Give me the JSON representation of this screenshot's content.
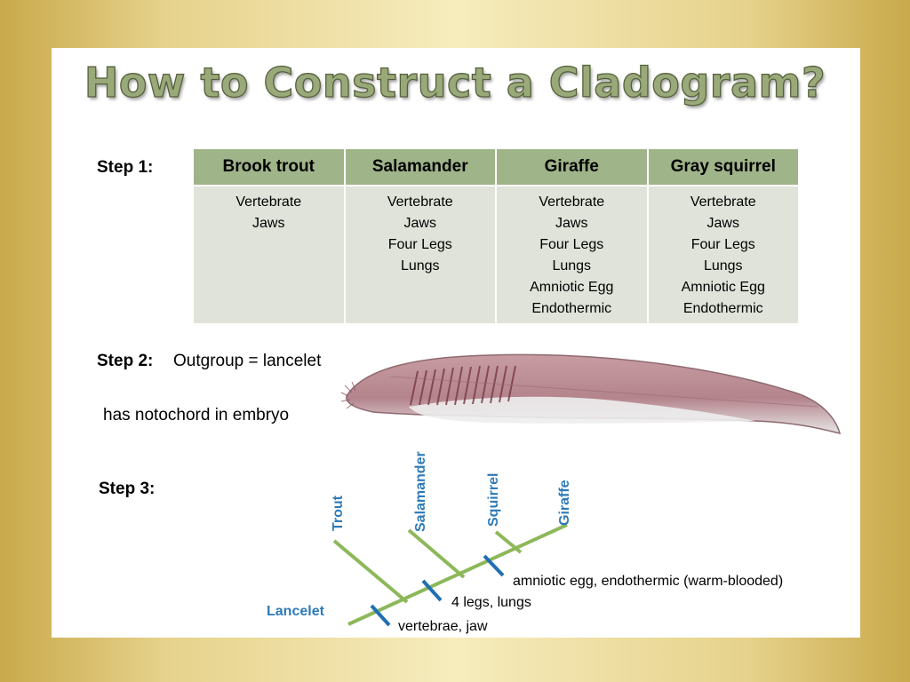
{
  "title": "How to Construct a Cladogram?",
  "step1": {
    "label": "Step 1:",
    "columns": [
      {
        "name": "Brook trout",
        "traits": [
          "Vertebrate",
          "Jaws"
        ]
      },
      {
        "name": "Salamander",
        "traits": [
          "Vertebrate",
          "Jaws",
          "Four Legs",
          "Lungs"
        ]
      },
      {
        "name": "Giraffe",
        "traits": [
          "Vertebrate",
          "Jaws",
          "Four Legs",
          "Lungs",
          "Amniotic Egg",
          "Endothermic"
        ]
      },
      {
        "name": "Gray squirrel",
        "traits": [
          "Vertebrate",
          "Jaws",
          "Four Legs",
          "Lungs",
          "Amniotic Egg",
          "Endothermic"
        ]
      }
    ]
  },
  "step2": {
    "label": "Step 2:",
    "outgroup_text": "Outgroup = lancelet",
    "note": "has notochord in embryo"
  },
  "step3": {
    "label": "Step 3:",
    "taxa": {
      "lancelet": "Lancelet",
      "trout": "Trout",
      "salamander": "Salamander",
      "squirrel": "Squirrel",
      "giraffe": "Giraffe"
    },
    "characters": {
      "vertebrae": "vertebrae, jaw",
      "legs": "4 legs, lungs",
      "amniotic": "amniotic egg, endothermic (warm-blooded)"
    }
  },
  "colors": {
    "header_fill": "#9fb489",
    "cell_fill": "#dfe3d9",
    "branch": "#8db85a",
    "tick": "#1f6fb2",
    "taxon_text": "#2e7ab8",
    "title_fill": "#9aa979"
  }
}
